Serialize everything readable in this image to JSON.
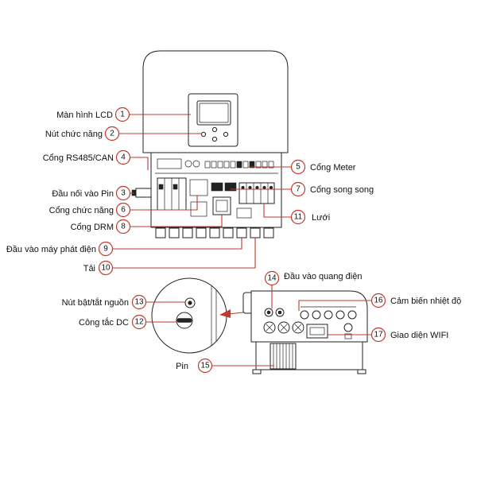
{
  "callouts": [
    {
      "num": "1",
      "label": "Màn hình LCD"
    },
    {
      "num": "2",
      "label": "Nút chức năng"
    },
    {
      "num": "3",
      "label": "Đầu nối vào Pin"
    },
    {
      "num": "4",
      "label": "Cổng RS485/CAN"
    },
    {
      "num": "5",
      "label": "Cổng Meter"
    },
    {
      "num": "6",
      "label": "Cổng chức năng"
    },
    {
      "num": "7",
      "label": "Cổng song song"
    },
    {
      "num": "8",
      "label": "Cổng DRM"
    },
    {
      "num": "9",
      "label": "Đầu vào máy phát điện"
    },
    {
      "num": "10",
      "label": "Tải"
    },
    {
      "num": "11",
      "label": "Lưới"
    },
    {
      "num": "12",
      "label": "Công tắc DC"
    },
    {
      "num": "13",
      "label": "Nút bật/tắt nguồn"
    },
    {
      "num": "14",
      "label": "Đầu vào quang điện"
    },
    {
      "num": "15",
      "label": "Pin"
    },
    {
      "num": "16",
      "label": "Cảm biến nhiệt độ"
    },
    {
      "num": "17",
      "label": "Giao diện WIFI"
    }
  ],
  "colors": {
    "callout": "#c0392b",
    "outline": "#222222"
  }
}
